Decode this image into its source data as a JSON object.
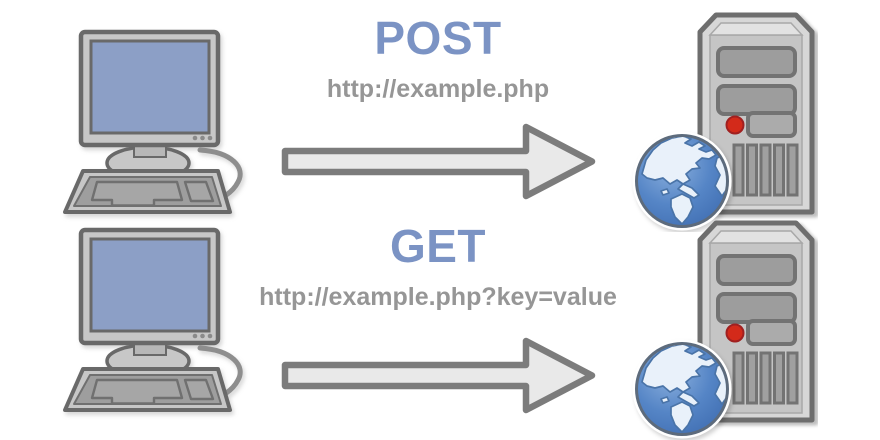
{
  "rows": [
    {
      "method": "POST",
      "url": "http://example.php"
    },
    {
      "method": "GET",
      "url": "http://example.php?key=value"
    }
  ],
  "icons": {
    "client": "desktop-computer-icon",
    "request": "right-arrow-icon",
    "target": "server-tower-with-globe-icon"
  },
  "colors": {
    "background": "#ffffff",
    "method_text": "#7b93c4",
    "url_text": "#969696",
    "arrow_fill": "#e9e9e9",
    "arrow_stroke": "#7c7c7c",
    "monitor_screen_blue": "#8c9fc6",
    "device_gray": "#d7d7d7",
    "outline_gray": "#6e6e6e",
    "led_red": "#d32a1a",
    "globe_ocean_blue": "#4d7ec2",
    "globe_land": "#e9f1fa"
  }
}
